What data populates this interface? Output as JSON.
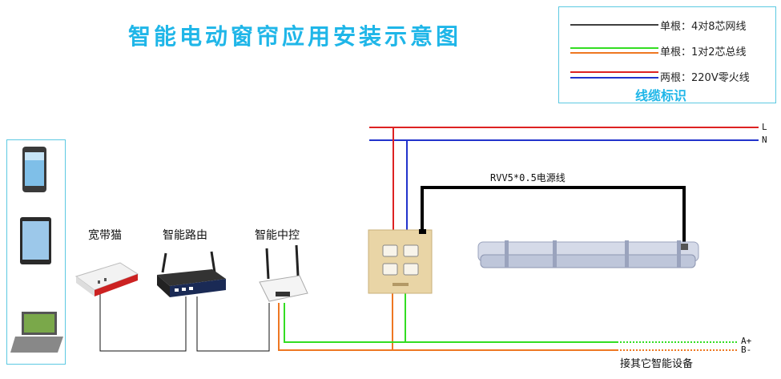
{
  "title": "智能电动窗帘应用安装示意图",
  "legend": {
    "items": [
      {
        "label": "单根：4对8芯网线",
        "colors": [
          "#000000"
        ]
      },
      {
        "label": "单根：1对2芯总线",
        "colors": [
          "#33dd22",
          "#ee7722"
        ]
      },
      {
        "label": "两根：220V零火线",
        "colors": [
          "#dd2222",
          "#2233cc"
        ]
      }
    ],
    "title": "线缆标识"
  },
  "devices": {
    "modem": "宽带猫",
    "router": "智能路由",
    "controller": "智能中控"
  },
  "wires": {
    "live": "L",
    "neutral": "N",
    "power_cable": "RVV5*0.5电源线",
    "bus_a": "A+",
    "bus_b": "B-",
    "other_devices": "接其它智能设备"
  },
  "colors": {
    "title": "#1fb6e8",
    "frame": "#5cc9e2",
    "live": "#dd2222",
    "neutral": "#2233cc",
    "bus_a": "#33dd22",
    "bus_b": "#ee7722",
    "network": "#000000"
  }
}
